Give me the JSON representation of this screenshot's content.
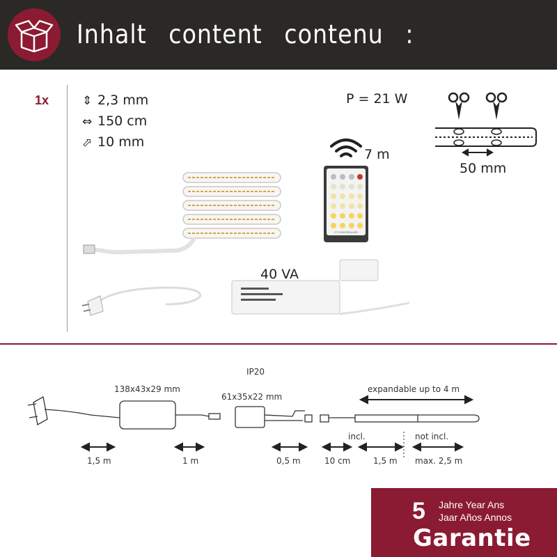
{
  "header": {
    "title": "Inhalt content contenu :",
    "icon": "open-box-icon"
  },
  "contents": {
    "quantity": "1x",
    "specs": [
      {
        "icon": "height-icon",
        "text": "2,3 mm"
      },
      {
        "icon": "length-icon",
        "text": "150 cm"
      },
      {
        "icon": "width-icon",
        "text": "10 mm"
      }
    ],
    "power": "P = 21 W",
    "remote_range": "7 m",
    "remote_label": "CT CONTROLLER",
    "cut_distance": "50 mm",
    "transformer_rating": "40 VA"
  },
  "diagram": {
    "protection": "IP20",
    "transformer_size": "138x43x29 mm",
    "controller_size": "61x35x22 mm",
    "expandable": "expandable up to 4 m",
    "included": "incl.",
    "not_included": "not incl.",
    "lengths": [
      "1,5 m",
      "1 m",
      "0,5 m",
      "10 cm",
      "1,5 m",
      "max. 2,5 m"
    ]
  },
  "warranty": {
    "years": "5",
    "line1": "Jahre Year Ans",
    "line2": "Jaar Años Annos",
    "word": "Garantie"
  },
  "colors": {
    "brand": "#8b1a33",
    "header_bg": "#2a2926"
  }
}
